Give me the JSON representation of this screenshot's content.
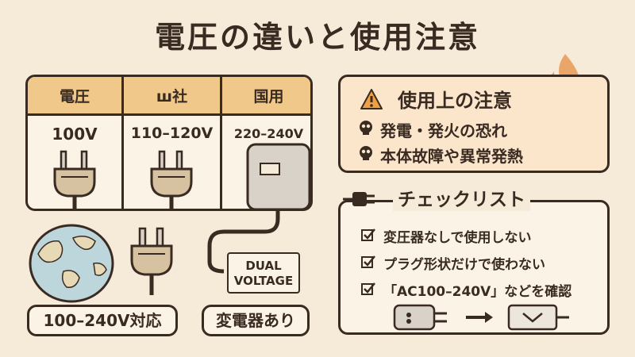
{
  "title": "電圧の違いと使用注意",
  "table": {
    "headers": [
      "電圧",
      "ш社",
      "国用"
    ],
    "values": [
      "100V",
      "110–120V",
      "220–240V"
    ]
  },
  "caution": {
    "title": "使用上の注意",
    "items": [
      "発電・発火の恐れ",
      "本体故障や異常発熱"
    ]
  },
  "checklist": {
    "title": "チェックリスト",
    "items": [
      "変圧器なしで使用しない",
      "プラグ形状だけで使わない",
      "「AC100–240V」などを確認"
    ]
  },
  "adapter_label": "DUAL VOLTAGE",
  "labels": {
    "support": "100–240V対応",
    "transformer": "変電器あり"
  },
  "colors": {
    "background": "#f6ead8",
    "header": "#f0c88a",
    "caution_bg": "#fbe6cc",
    "flame": "#e89a55",
    "ink": "#3a2b22"
  }
}
